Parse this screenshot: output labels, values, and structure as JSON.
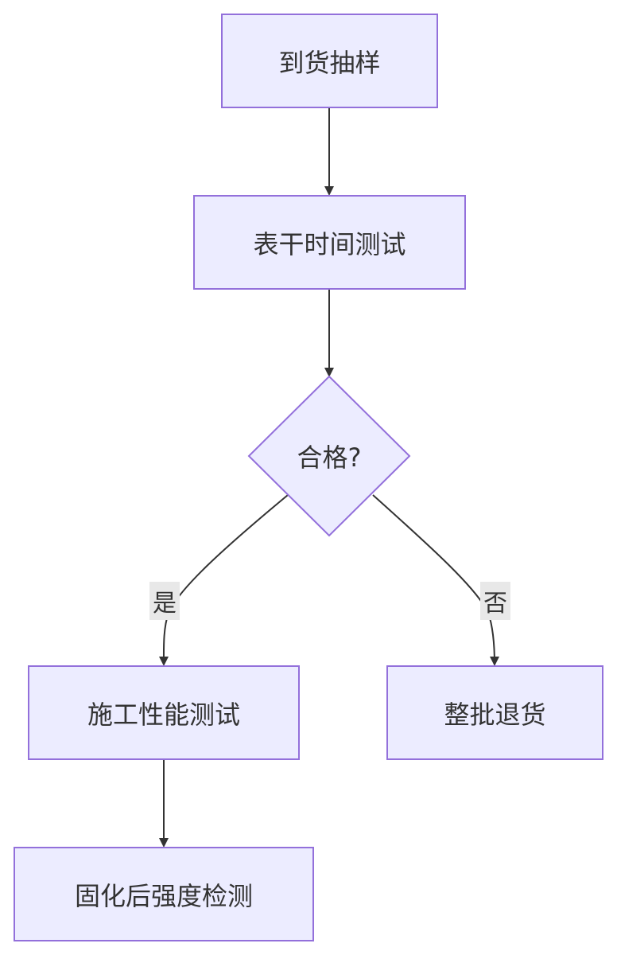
{
  "nodes": {
    "arrival_sampling": "到货抽样",
    "surface_dry_test": "表干时间测试",
    "decision": "合格?",
    "construction_test": "施工性能测试",
    "reject_batch": "整批退货",
    "cured_strength": "固化后强度检测"
  },
  "edge_labels": {
    "yes": "是",
    "no": "否"
  },
  "colors": {
    "node_fill": "#ececff",
    "node_border": "#9370db",
    "edge": "#333333",
    "label_bg": "#e8e8e8"
  }
}
